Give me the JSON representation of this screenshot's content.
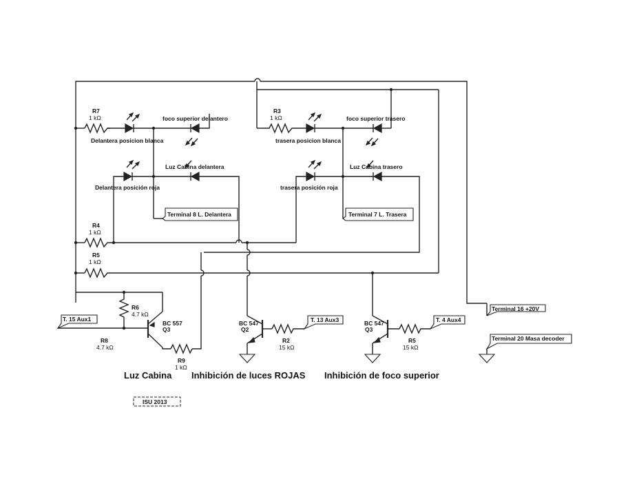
{
  "resistors": {
    "r7": {
      "name": "R7",
      "value": "1 kΩ"
    },
    "r3": {
      "name": "R3",
      "value": "1 kΩ"
    },
    "r4": {
      "name": "R4",
      "value": "1 kΩ"
    },
    "r5a": {
      "name": "R5",
      "value": "1 kΩ"
    },
    "r6": {
      "name": "R6",
      "value": "4.7 kΩ"
    },
    "r8": {
      "name": "R8",
      "value": "4.7 kΩ"
    },
    "r9": {
      "name": "R9",
      "value": "1 kΩ"
    },
    "r2": {
      "name": "R2",
      "value": "15 kΩ"
    },
    "r5b": {
      "name": "R5",
      "value": "15 kΩ"
    }
  },
  "leds": {
    "delantera_blanca": "Delantera posicion blanca",
    "foco_delantero": "foco superior delantero",
    "delantera_roja": "Delantera posición roja",
    "cabina_delantera": "Luz Cabina delantera",
    "trasera_blanca": "trasera posicion blanca",
    "foco_trasero": "foco superior trasero",
    "trasera_roja": "trasera posición roja",
    "cabina_trasera": "Luz Cabina trasero"
  },
  "transistors": {
    "q_cabina": {
      "model": "BC 557",
      "name": "Q3"
    },
    "q_rojas": {
      "model": "BC 547",
      "name": "Q2"
    },
    "q_foco": {
      "model": "BC 547",
      "name": "Q3"
    }
  },
  "terminals": {
    "t8": "Terminal 8 L. Delantera",
    "t7": "Terminal 7 L. Trasera",
    "t15": "T. 15 Aux1",
    "t13": "T. 13 Aux3",
    "t4": "T. 4 Aux4",
    "t16": "Terminal 16 +20V",
    "t20": "Terminal 20 Masa decoder"
  },
  "sections": {
    "cabina": "Luz Cabina",
    "rojas": "Inhibición de luces ROJAS",
    "foco": "Inhibición de foco superior"
  },
  "signature": "ISU 2013"
}
